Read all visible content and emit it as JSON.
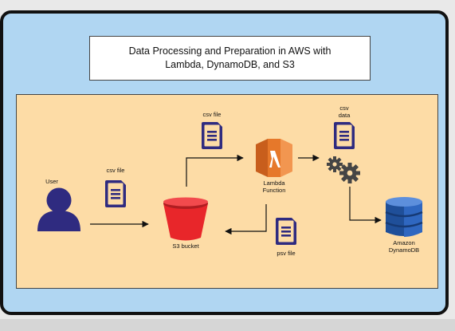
{
  "title": {
    "line1": "Data Processing and Preparation in AWS with",
    "line2": "Lambda, DynamoDB, and S3"
  },
  "nodes": {
    "user": {
      "label": "User",
      "icon": "user-icon"
    },
    "s3": {
      "label": "S3 bucket",
      "icon": "s3-bucket-icon"
    },
    "lambda": {
      "label_line1": "Lambda",
      "label_line2": "Function",
      "icon": "lambda-icon"
    },
    "processing": {
      "icon": "gears-icon"
    },
    "dynamodb": {
      "label_line1": "Amazon",
      "label_line2": "DynamoDB",
      "icon": "dynamodb-icon"
    }
  },
  "files": {
    "user_csv": {
      "label": "csv file"
    },
    "s3_csv": {
      "label": "csv file"
    },
    "lambda_csv": {
      "label_line1": "csv",
      "label_line2": "data"
    },
    "psv": {
      "label": "psv file"
    }
  },
  "colors": {
    "frame": "#b0d6f2",
    "panel": "#fddca6",
    "navy": "#2f2b80",
    "s3_red": "#e8262a",
    "lambda_orange": "#e6782a",
    "dynamo_blue": "#2b57a8"
  }
}
